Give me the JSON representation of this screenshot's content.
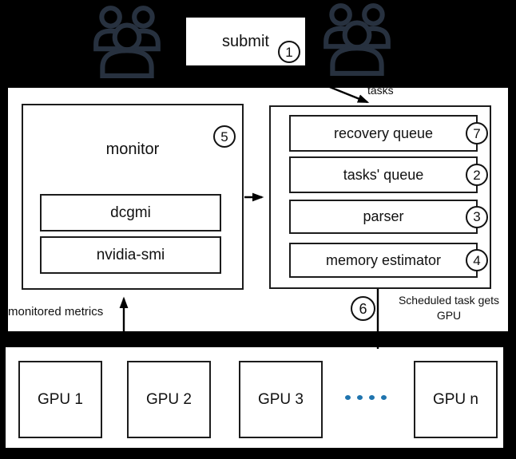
{
  "top": {
    "submit_label": "submit",
    "submit_step": "1",
    "tasks_label": "tasks"
  },
  "monitor": {
    "title": "monitor",
    "step": "5",
    "tools": [
      {
        "label": "dcgmi"
      },
      {
        "label": "nvidia-smi"
      }
    ]
  },
  "scheduler": {
    "components": [
      {
        "label": "recovery queue",
        "step": "7"
      },
      {
        "label": "tasks' queue",
        "step": "2"
      },
      {
        "label": "parser",
        "step": "3"
      },
      {
        "label": "memory estimator",
        "step": "4"
      }
    ]
  },
  "annotations": {
    "monitored_metrics": "monitored metrics",
    "scheduled_step": "6",
    "scheduled_line1": "Scheduled task gets",
    "scheduled_line2": "GPU"
  },
  "gpus": {
    "items": [
      "GPU 1",
      "GPU 2",
      "GPU 3",
      "GPU n"
    ],
    "ellipsis_dots": 4
  },
  "icons": {
    "left": "users-group-icon",
    "right": "users-group-icon"
  },
  "colors": {
    "background": "#000000",
    "box_fill": "#ffffff",
    "line": "#111111",
    "people_icon": "#27313f",
    "ellipsis_blue": "#1f74ae"
  }
}
